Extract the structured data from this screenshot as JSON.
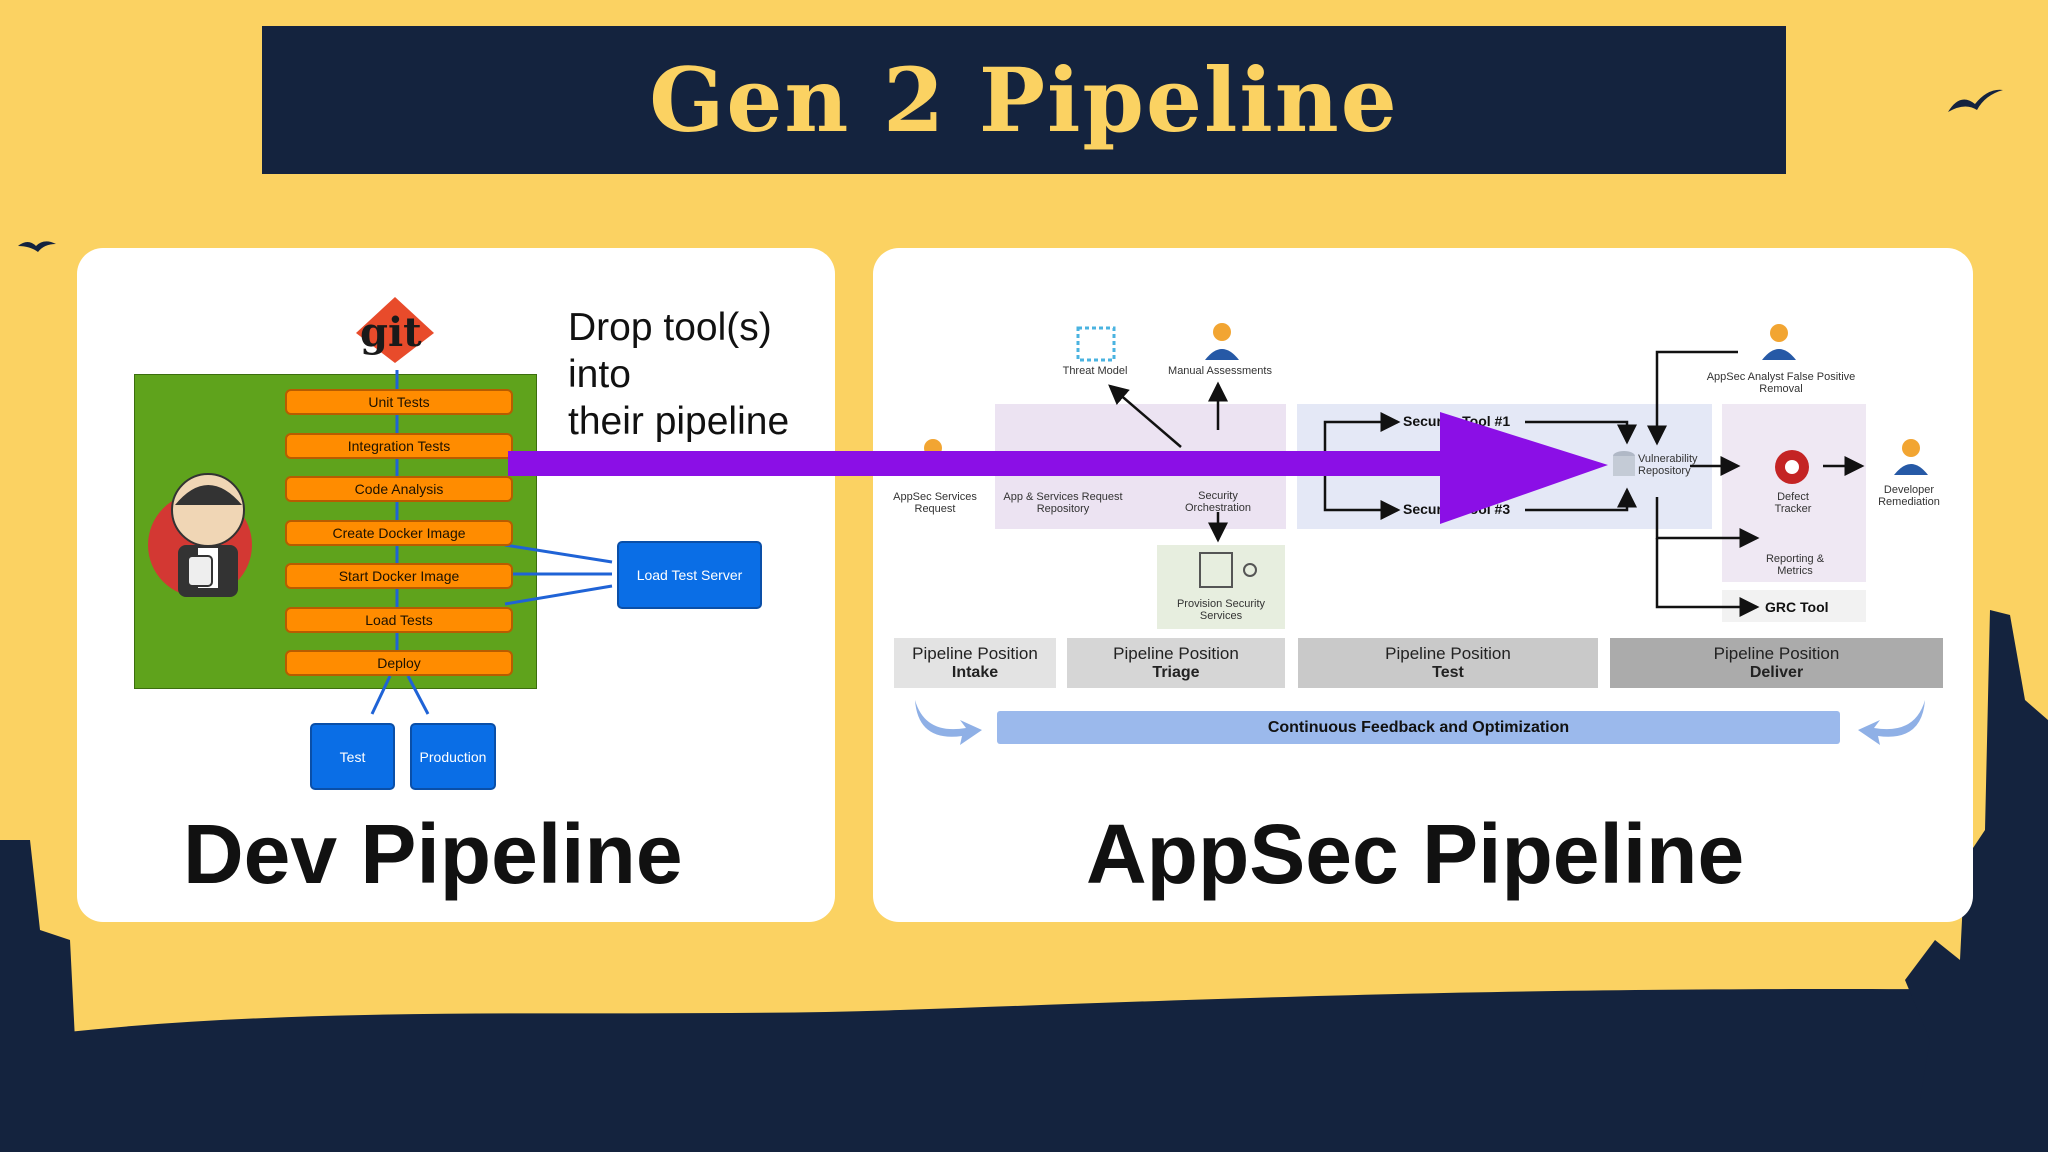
{
  "title": "Gen 2 Pipeline",
  "dev": {
    "caption": "Dev Pipeline",
    "git_label": "git",
    "stages": [
      "Unit Tests",
      "Integration Tests",
      "Code Analysis",
      "Create Docker Image",
      "Start Docker Image",
      "Load Tests",
      "Deploy"
    ],
    "load_test_server": "Load Test Server",
    "targets": [
      "Test",
      "Production"
    ],
    "drop_text": [
      "Drop tool(s)",
      "into",
      "their pipeline"
    ]
  },
  "appsec": {
    "caption": "AppSec Pipeline",
    "nodes": {
      "threat_model": "Threat Model",
      "manual_assessments": "Manual Assessments",
      "appsec_request": "AppSec Services Request",
      "app_repo": "App & Services Request Repository",
      "security_orchestration": "Security Orchestration",
      "provision": "Provision Security Services",
      "tool1": "Security Tool #1",
      "tool3": "Security Tool #3",
      "vuln_repo": "Vulnerability Repository",
      "analyst": "AppSec Analyst False Positive Removal",
      "defect_tracker": "Defect Tracker",
      "developer_remediation": "Developer Remediation",
      "reporting": "Reporting & Metrics",
      "grc_tool": "GRC Tool"
    },
    "positions": [
      {
        "label": "Pipeline Position",
        "stage": "Intake"
      },
      {
        "label": "Pipeline Position",
        "stage": "Triage"
      },
      {
        "label": "Pipeline Position",
        "stage": "Test"
      },
      {
        "label": "Pipeline Position",
        "stage": "Deliver"
      }
    ],
    "feedback": "Continuous Feedback and Optimization"
  },
  "colors": {
    "background": "#fbd262",
    "title_bar": "#14233e",
    "arrow": "#8b0fe6",
    "stage": "#ff8c00",
    "jenkins_box": "#5fa31c",
    "server_box": "#0a6ee6"
  },
  "icons": [
    "git-logo-icon",
    "jenkins-butler-icon",
    "threat-model-icon",
    "person-icon",
    "gear-icon",
    "database-icon",
    "provision-icon",
    "bird-icon",
    "cactus-icon"
  ]
}
